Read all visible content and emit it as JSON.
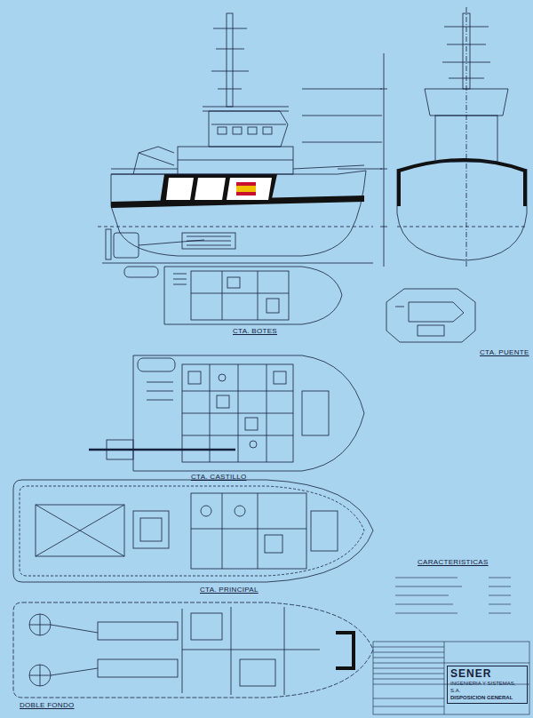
{
  "diagram": {
    "nodes": [
      {
        "text": [
          "SENER",
          "INGENIERIA Y SISTEMAS, S.A.",
          "DISPOSICION GENERAL"
        ]
      }
    ],
    "labels": [
      "CTA. BOTES",
      "CTA. PUENTE",
      "CTA. CASTILLO",
      "CTA. PRINCIPAL",
      "DOBLE FONDO",
      "CARACTERISTICAS"
    ]
  }
}
